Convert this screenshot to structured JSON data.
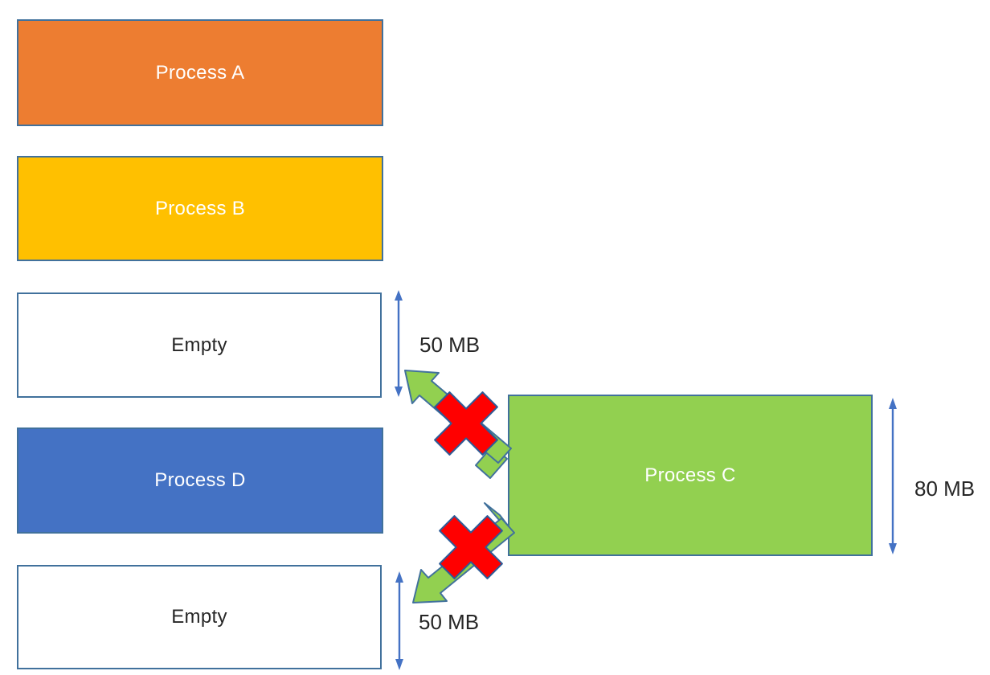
{
  "diagram": {
    "blocks": [
      {
        "id": "process-a",
        "label": "Process A",
        "type": "process"
      },
      {
        "id": "process-b",
        "label": "Process B",
        "type": "process"
      },
      {
        "id": "empty-1",
        "label": "Empty",
        "type": "empty-slot"
      },
      {
        "id": "process-d",
        "label": "Process D",
        "type": "process"
      },
      {
        "id": "empty-2",
        "label": "Empty",
        "type": "empty-slot"
      }
    ],
    "process_c": {
      "id": "process-c",
      "label": "Process C",
      "type": "process"
    },
    "measurements": [
      {
        "target": "empty-1",
        "value": "50 MB"
      },
      {
        "target": "process-c",
        "value": "80 MB"
      },
      {
        "target": "empty-2",
        "value": "50 MB"
      }
    ],
    "icons": [
      {
        "name": "height-measure-arrow-empty-1-icon"
      },
      {
        "name": "height-measure-arrow-process-c-icon"
      },
      {
        "name": "height-measure-arrow-empty-2-icon"
      },
      {
        "name": "blocked-move-up-arrow-icon"
      },
      {
        "name": "blocked-move-down-arrow-icon"
      },
      {
        "name": "red-cross-up-icon"
      },
      {
        "name": "red-cross-down-icon"
      }
    ],
    "colors": {
      "process_a_fill": "#ED7D31",
      "process_b_fill": "#FFC000",
      "process_d_fill": "#4472C4",
      "process_c_fill": "#92D050",
      "empty_fill": "#FFFFFF",
      "box_border": "#41719C",
      "block_label_color": "#FFFFFF",
      "empty_label_color": "#262626",
      "measure_arrow_color": "#4472C4",
      "measure_label_color": "#262626",
      "blocked_arrow_fill": "#92D050",
      "blocked_arrow_outline": "#41719C",
      "cross_fill": "#FF0000",
      "cross_outline": "#2E5B97"
    }
  }
}
